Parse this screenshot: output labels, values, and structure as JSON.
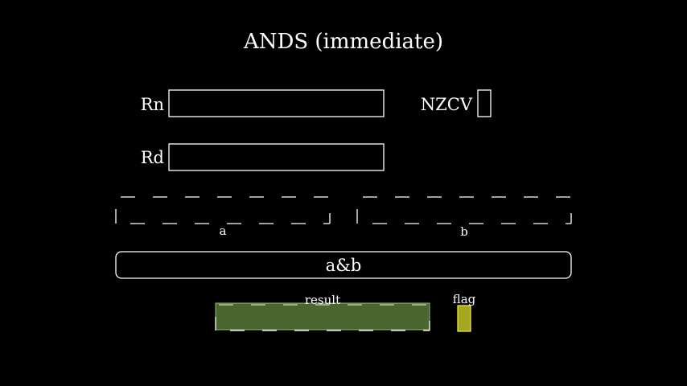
{
  "title": "ANDS (immediate)",
  "registers": {
    "rn_label": "Rn",
    "rd_label": "Rd",
    "flags_label": "NZCV"
  },
  "operands": {
    "a_label": "a",
    "b_label": "b"
  },
  "operation": {
    "label": "a&b"
  },
  "outputs": {
    "result_label": "result",
    "flag_label": "flag"
  },
  "colors": {
    "background": "#000000",
    "stroke": "#ffffff",
    "result_fill": "#4f6b33",
    "result_stroke": "#9ccc7a",
    "flag_fill": "#a3a61e",
    "flag_stroke": "#e6e640"
  }
}
